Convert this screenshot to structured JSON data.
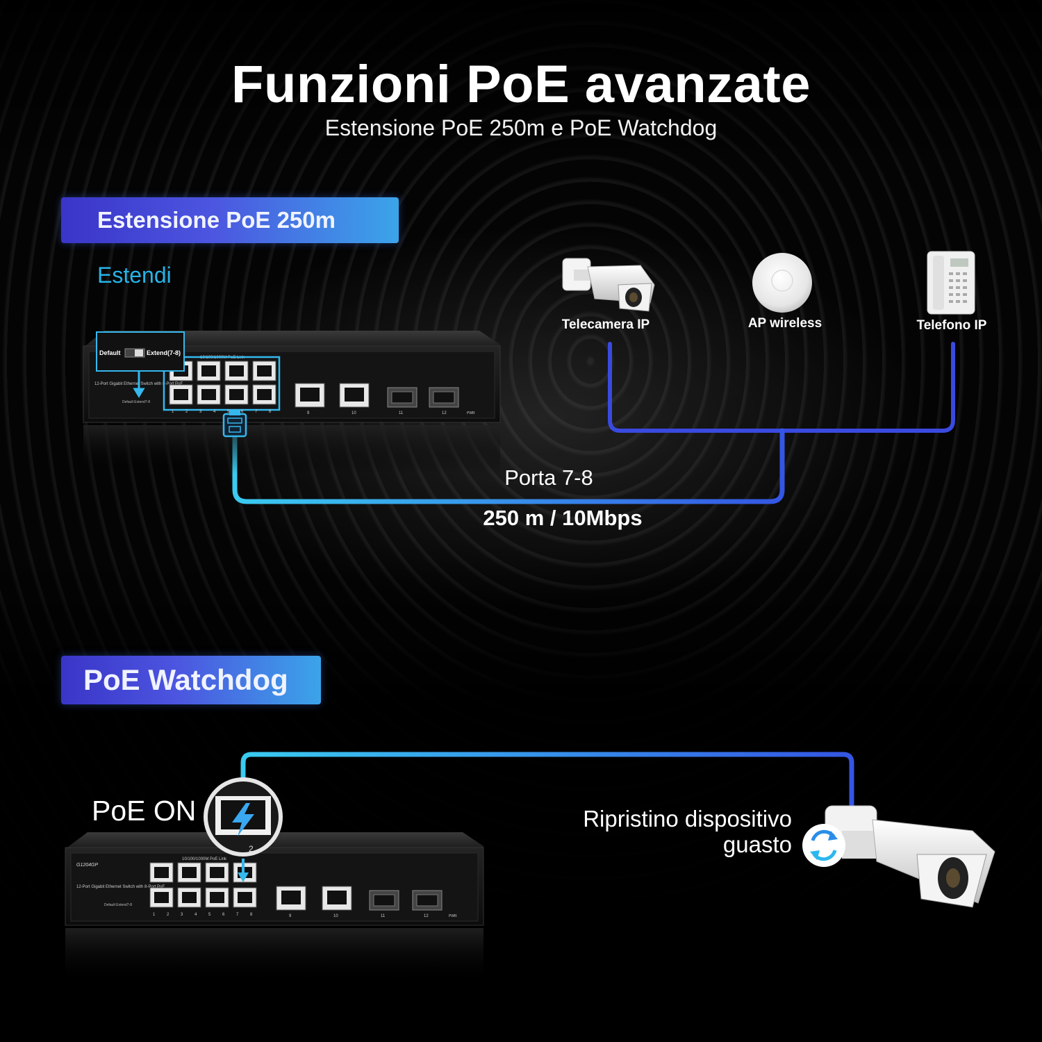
{
  "header": {
    "title": "Funzioni PoE avanzate",
    "subtitle": "Estensione PoE 250m e PoE Watchdog"
  },
  "extension_section": {
    "banner": "Estensione PoE 250m",
    "extend_label": "Estendi",
    "switch": {
      "switch_label": "Default",
      "switch_label_right": "Extend(7-8)",
      "ports_label": "10/100/1000M PoE Link",
      "model_text": "12-Port Gigabit Ethernet Switch with 8-Port PoE",
      "small_switch_text": "Default   Extend7-8",
      "port_numbers": [
        "1",
        "2",
        "3",
        "4",
        "5",
        "6",
        "7",
        "8"
      ],
      "uplink_numbers": [
        "9",
        "10",
        "11",
        "12"
      ],
      "pwr": "PWR"
    },
    "devices": [
      {
        "name": "Telecamera IP",
        "icon": "ip-camera-icon"
      },
      {
        "name": "AP wireless",
        "icon": "wireless-ap-icon"
      },
      {
        "name": "Telefono IP",
        "icon": "ip-phone-icon"
      }
    ],
    "port_label": "Porta 7-8",
    "speed_label": "250 m / 10Mbps"
  },
  "watchdog_section": {
    "banner": "PoE Watchdog",
    "poe_on_label": "PoE ON",
    "switch": {
      "model": "G1204GP",
      "model_text": "12-Port Gigabit Ethernet Switch with 8-Port PoE",
      "ports_label": "10/100/1000M PoE Link",
      "small_switch_text": "Default   Extend7-8",
      "port_numbers": [
        "1",
        "2",
        "3",
        "4",
        "5",
        "6",
        "7",
        "8"
      ],
      "uplink_numbers": [
        "9",
        "10",
        "11",
        "12"
      ],
      "pwr": "PWR",
      "zoom_port_number": "2"
    },
    "restore_label_line1": "Ripristino dispositivo",
    "restore_label_line2": "guasto"
  },
  "colors": {
    "banner_start": "#3a35c8",
    "banner_end": "#3ba4e9",
    "cable_blue": "#3a4de0",
    "cable_cyan": "#2fb6ee",
    "extend_text": "#27b3e8"
  }
}
